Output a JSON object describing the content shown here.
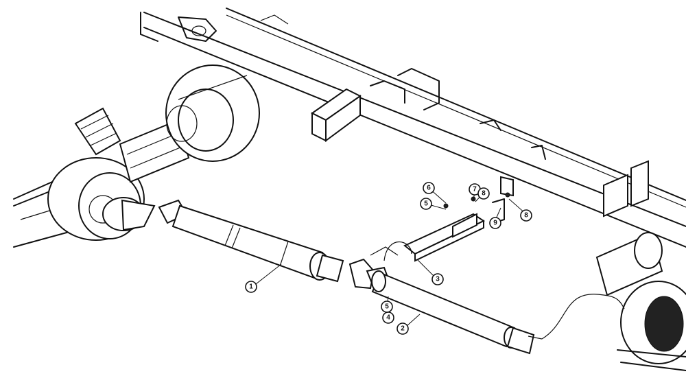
{
  "callouts": [
    {
      "id": "c1",
      "label": "1"
    },
    {
      "id": "c2",
      "label": "2"
    },
    {
      "id": "c3",
      "label": "3"
    },
    {
      "id": "c4",
      "label": "4"
    },
    {
      "id": "c5a",
      "label": "5"
    },
    {
      "id": "c5b",
      "label": "5"
    },
    {
      "id": "c6",
      "label": "6"
    },
    {
      "id": "c7",
      "label": "7"
    },
    {
      "id": "c8a",
      "label": "8"
    },
    {
      "id": "c8b",
      "label": "8"
    },
    {
      "id": "c9",
      "label": "9"
    }
  ]
}
